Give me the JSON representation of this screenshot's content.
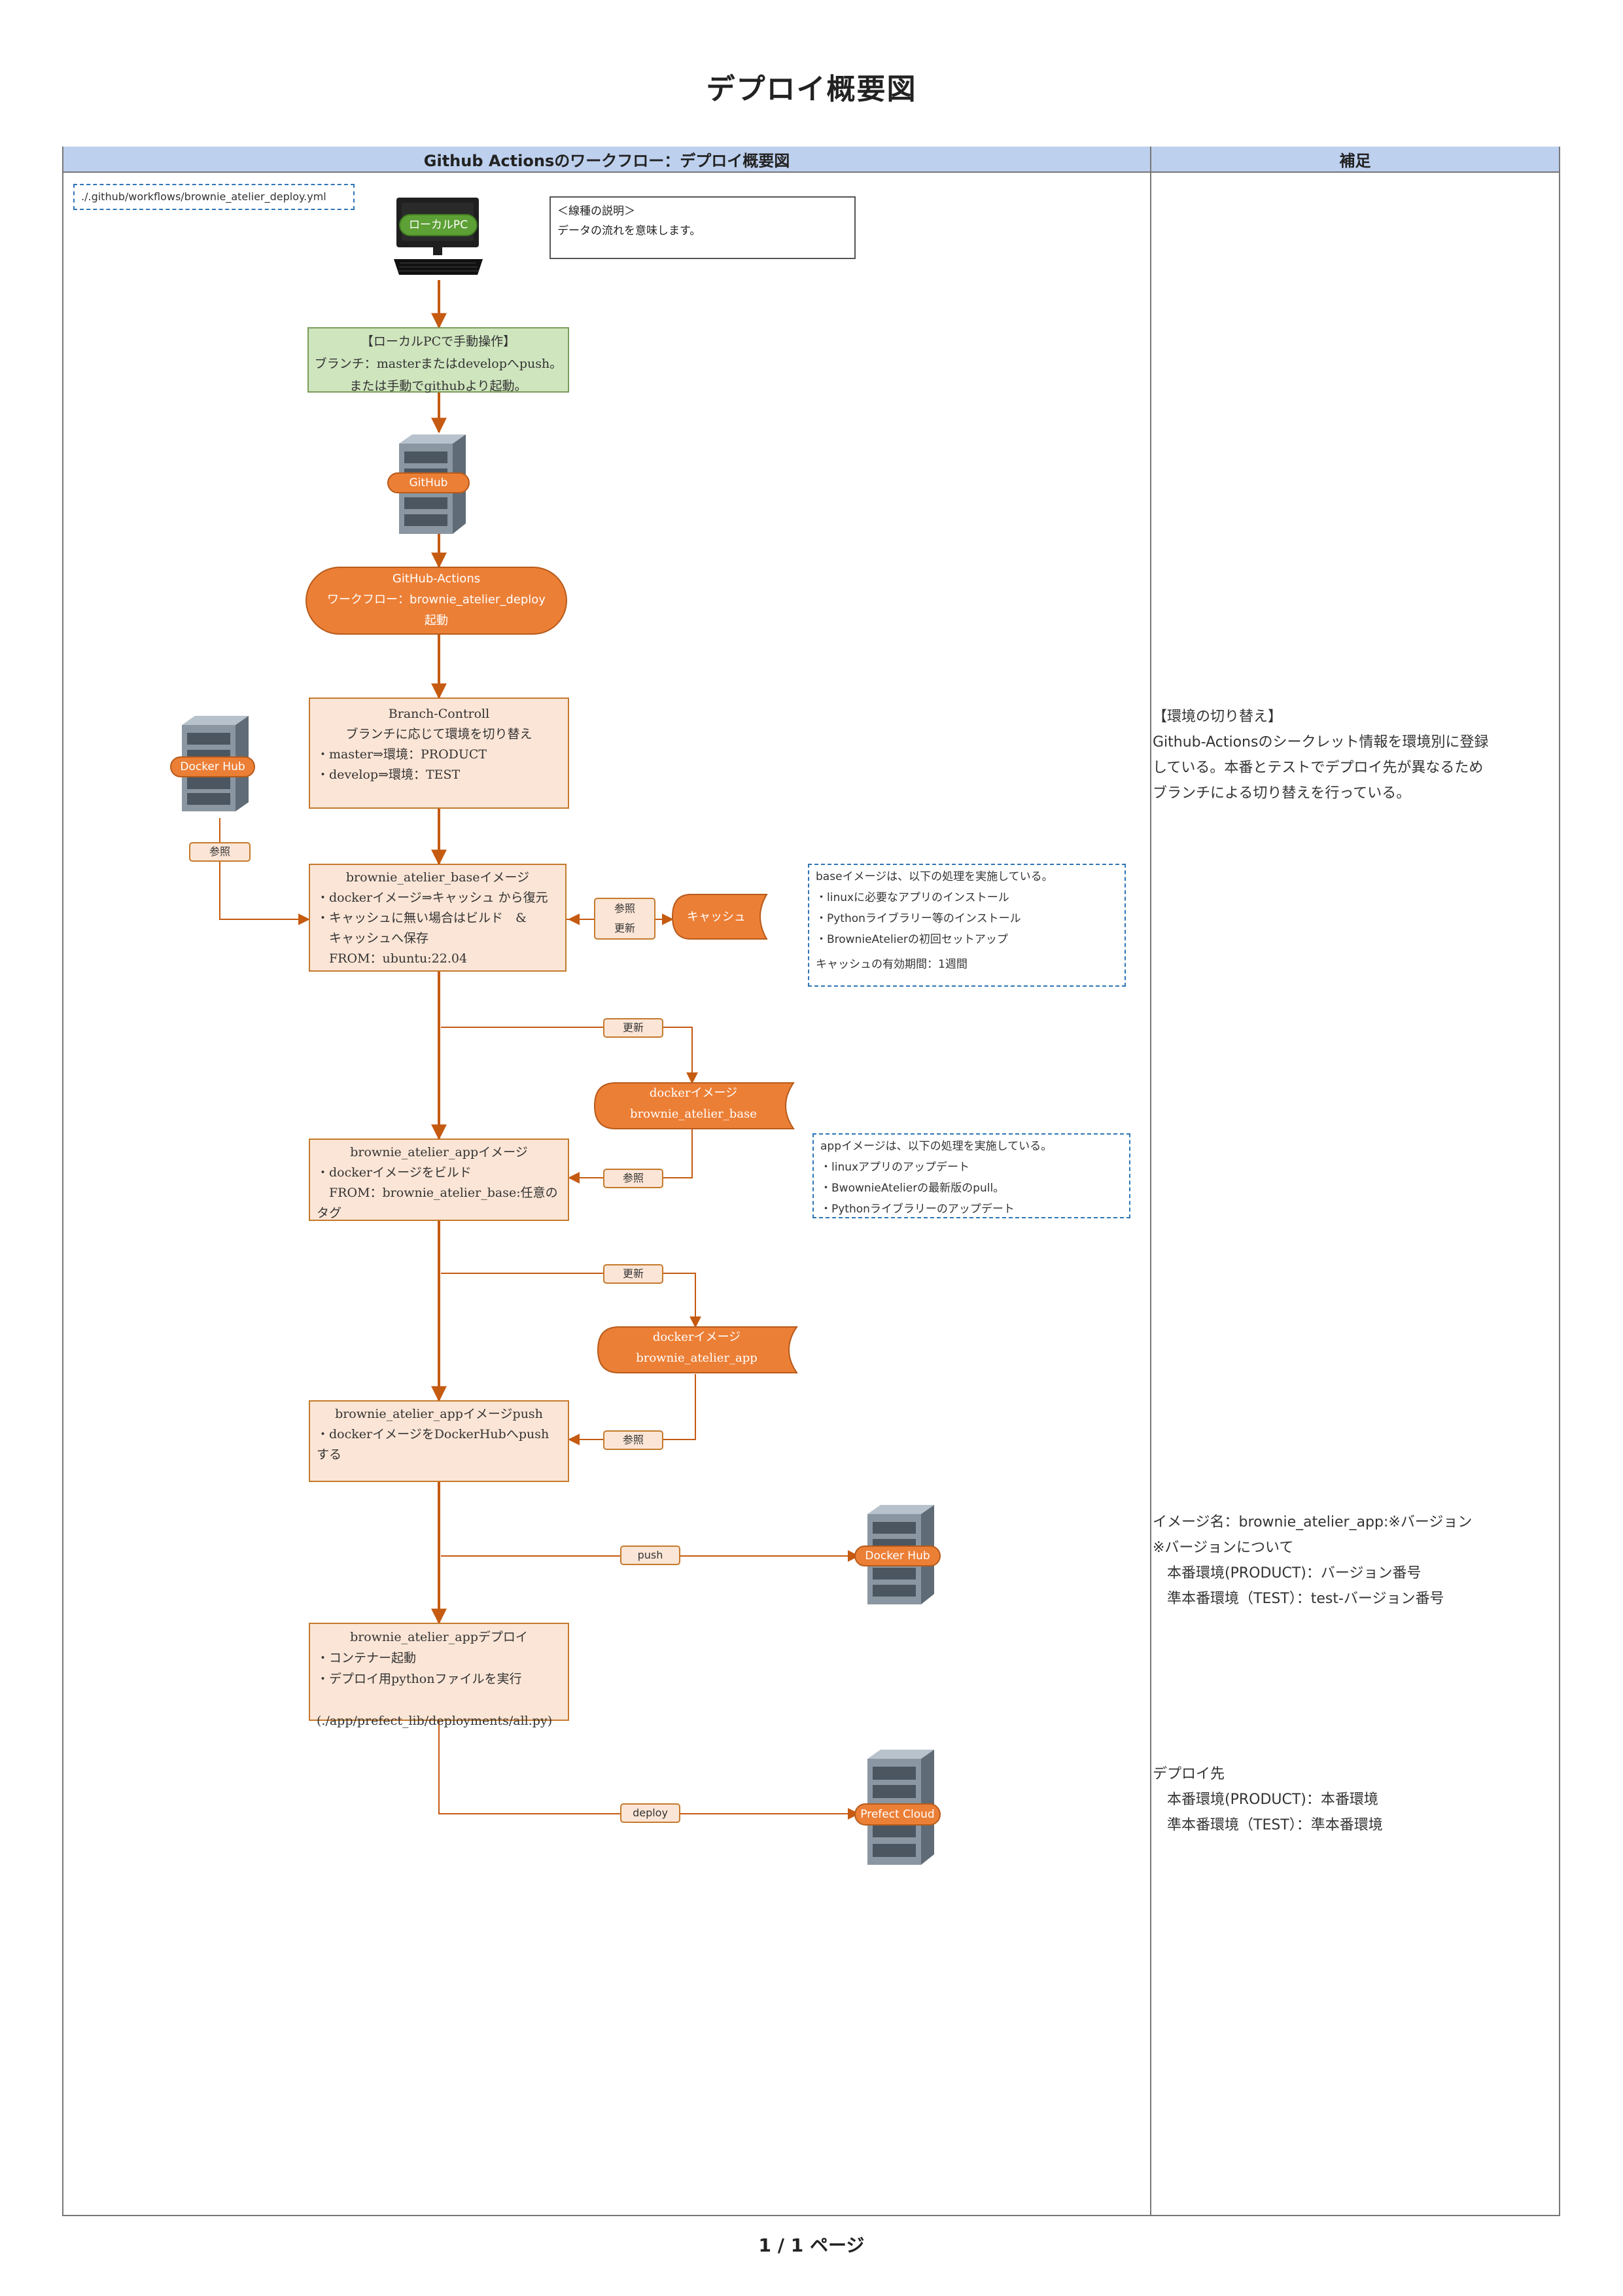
{
  "page_title": "デプロイ概要図",
  "header": {
    "left": "Github Actionsのワークフロー：デプロイ概要図",
    "right": "補足"
  },
  "file_path": "./.github/workflows/brownie_atelier_deploy.yml",
  "legend": {
    "title": "＜線種の説明＞",
    "text": "データの流れを意味します。"
  },
  "local_pc": "ローカルPC",
  "manual_op": {
    "title": "【ローカルPCで手動操作】",
    "line1": "ブランチ：masterまたはdevelopへpush。",
    "line2": "または手動でgithubより起動。"
  },
  "github": "GitHub",
  "actions": {
    "line1": "GitHub-Actions",
    "line2": "ワークフロー：brownie_atelier_deploy",
    "line3": "起動"
  },
  "branch": {
    "title": "Branch-Controll",
    "subtitle": "ブランチに応じて環境を切り替え",
    "item1": "・master⇒環境：PRODUCT",
    "item2": "・develop⇒環境：TEST"
  },
  "docker_hub": "Docker Hub",
  "base_image": {
    "title": "brownie_atelier_baseイメージ",
    "item1": "・dockerイメージ⇒キャッシュ から復元",
    "item2": "・キャッシュに無い場合はビルド　&",
    "item3": "　キャッシュへ保存",
    "item4": "　FROM：ubuntu:22.04"
  },
  "cache": "キャッシュ",
  "base_note": {
    "line1": "baseイメージは、以下の処理を実施している。",
    "line2": "・linuxに必要なアプリのインストール",
    "line3": "・Pythonライブラリー等のインストール",
    "line4": "・BrownieAtelierの初回セットアップ",
    "line5": "キャッシュの有効期間：1週間"
  },
  "docker_base": {
    "line1": "dockerイメージ",
    "line2": "brownie_atelier_base"
  },
  "app_image": {
    "title": "brownie_atelier_appイメージ",
    "item1": "・dockerイメージをビルド",
    "item2": "　FROM：brownie_atelier_base:任意のタグ"
  },
  "app_note": {
    "line1": "appイメージは、以下の処理を実施している。",
    "line2": "・linuxアプリのアップデート",
    "line3": "・BwownieAtelierの最新版のpull。",
    "line4": "・Pythonライブラリーのアップデート"
  },
  "docker_app": {
    "line1": "dockerイメージ",
    "line2": "brownie_atelier_app"
  },
  "push_node": {
    "title": "brownie_atelier_appイメージpush",
    "item1": "・dockerイメージをDockerHubへpushする"
  },
  "deploy_node": {
    "title": "brownie_atelier_appデプロイ",
    "item1": "・コンテナー起動",
    "item2": "・デプロイ用pythonファイルを実行",
    "item3": "　(./app/prefect_lib/deployments/all.py)"
  },
  "prefect_cloud": "Prefect Cloud",
  "labels": {
    "sansho": "参照",
    "sansho_koshin_1": "参照",
    "sansho_koshin_2": "更新",
    "koshin": "更新",
    "push": "push",
    "deploy": "deploy"
  },
  "notes": {
    "env": "【環境の切り替え】\nGithub-Actionsのシークレット情報を環境別に登録\nしている。本番とテストでデプロイ先が異なるため\nブランチによる切り替えを行っている。",
    "image": "イメージ名：brownie_atelier_app:※バージョン\n※バージョンについて\n　本番環境(PRODUCT)：バージョン番号\n　準本番環境（TEST）：test-バージョン番号",
    "deploy": "デプロイ先\n　本番環境(PRODUCT)：本番環境\n　準本番環境（TEST）：準本番環境"
  },
  "footer": "1 / 1 ページ",
  "colors": {
    "arrow": "#c55a11",
    "node_fill": "#fbe5d6",
    "pill": "#ec7f36",
    "header": "#bdd0ee"
  }
}
